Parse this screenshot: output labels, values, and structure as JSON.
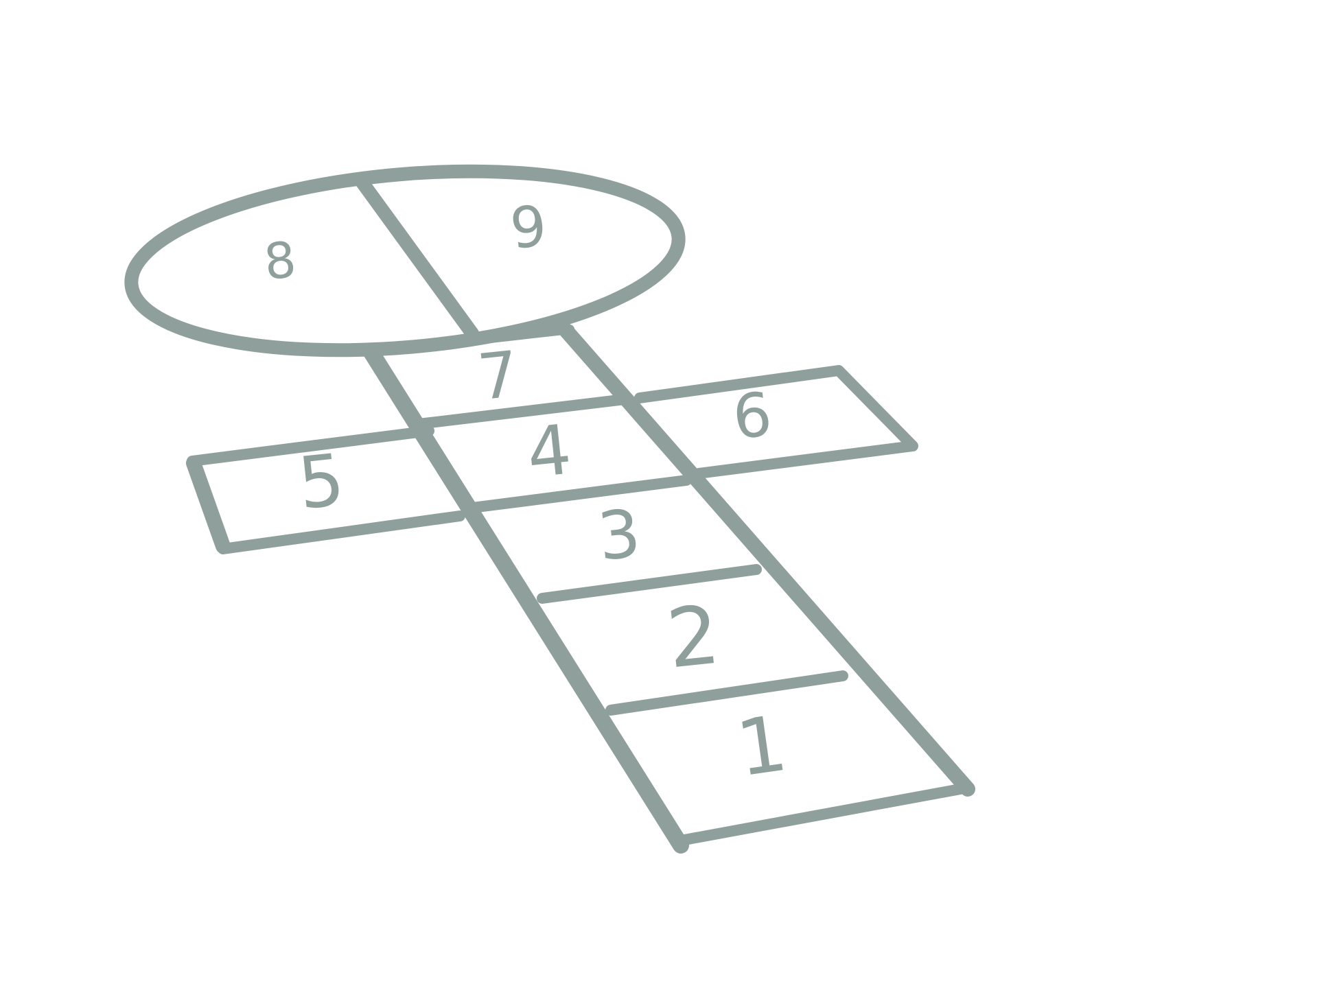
{
  "colors": {
    "background": "#ffffff",
    "chalk": "#8fa09c"
  },
  "squares": [
    {
      "id": "square-1",
      "label": "1"
    },
    {
      "id": "square-2",
      "label": "2"
    },
    {
      "id": "square-3",
      "label": "3"
    },
    {
      "id": "square-4",
      "label": "4"
    },
    {
      "id": "square-5",
      "label": "5"
    },
    {
      "id": "square-6",
      "label": "6"
    },
    {
      "id": "square-7",
      "label": "7"
    },
    {
      "id": "square-8",
      "label": "8"
    },
    {
      "id": "square-9",
      "label": "9"
    }
  ]
}
